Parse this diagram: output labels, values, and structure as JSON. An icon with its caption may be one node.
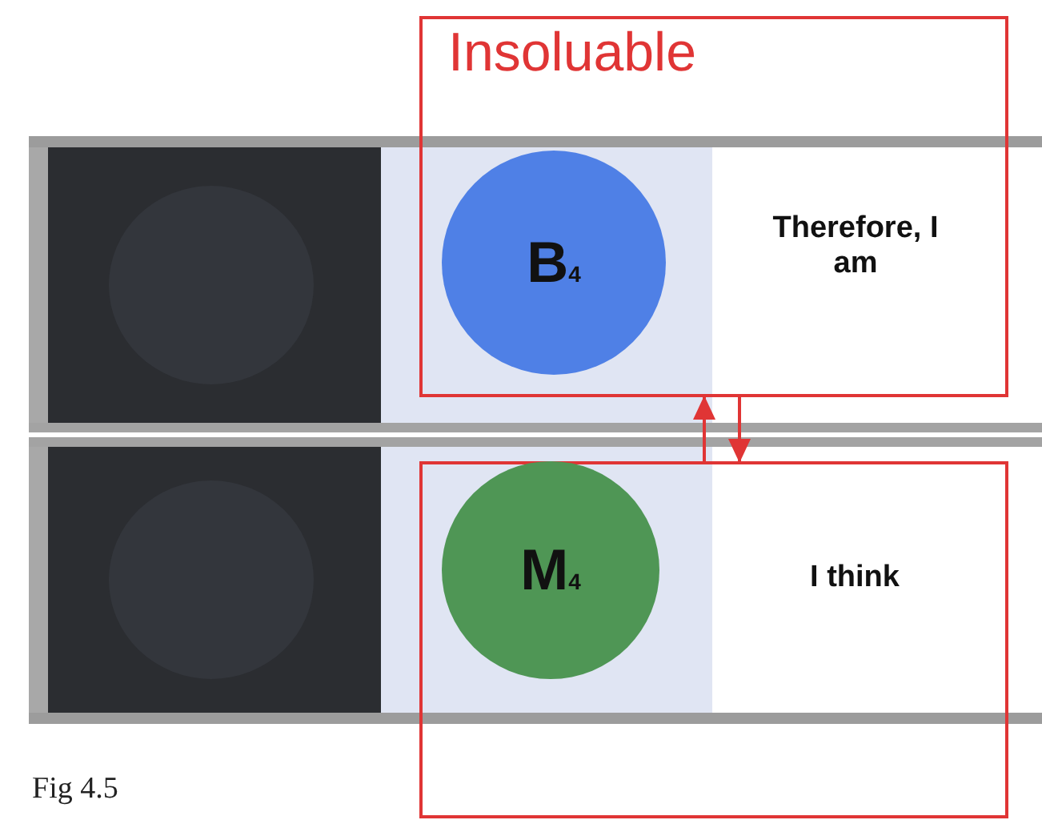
{
  "diagram": {
    "caption": "Fig 4.5",
    "nodes": [
      {
        "text": [
          "Insoluable"
        ]
      },
      {
        "text": [
          "B$_{4}$"
        ],
        "in": 0
      },
      {
        "text": [
          "Therefore, I am"
        ],
        "in": 0
      },
      {
        "text": [],
        "shape": "box"
      },
      {
        "text": [
          "M$_{4}$"
        ],
        "in": 3
      },
      {
        "text": [
          "I think"
        ],
        "in": 3
      }
    ],
    "edges": [
      {
        "from": 3,
        "to": 0,
        "arrow": "to"
      },
      {
        "from": 0,
        "to": 3,
        "arrow": "to"
      }
    ]
  }
}
